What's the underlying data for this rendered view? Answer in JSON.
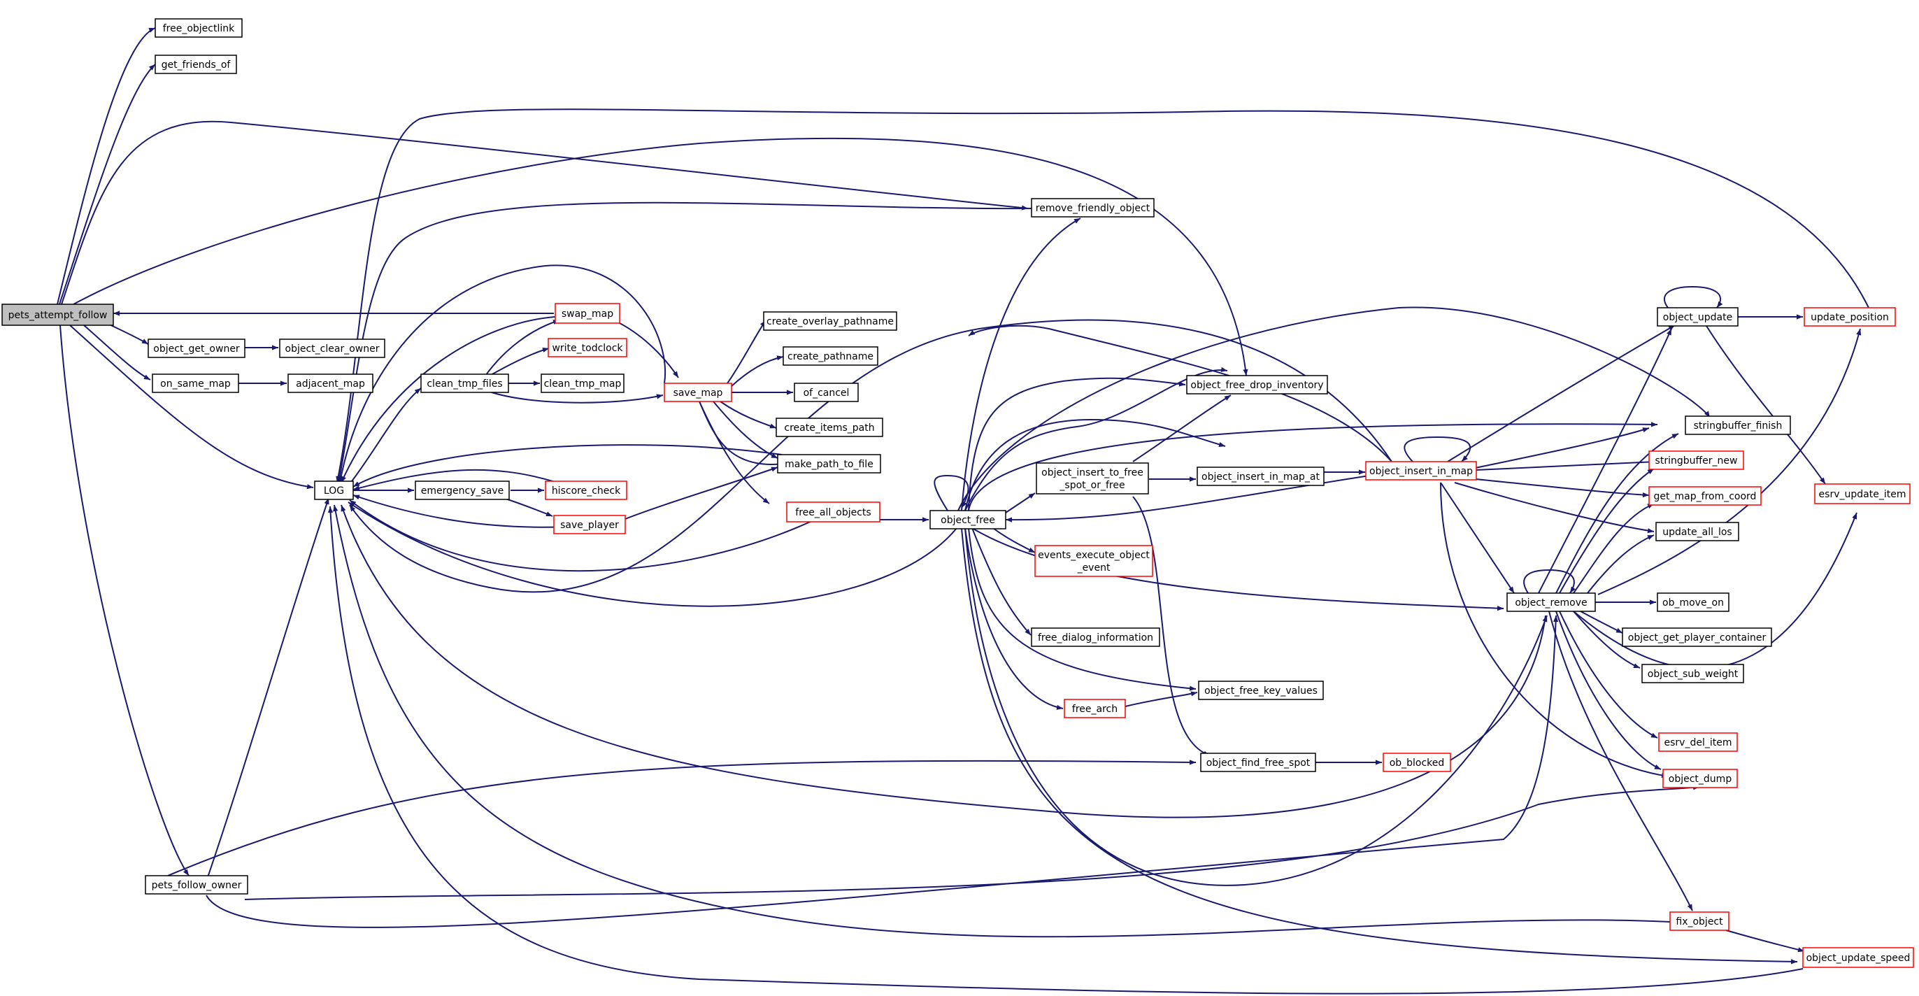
{
  "colors": {
    "edge": "#191970",
    "node_border_default": "#000000",
    "node_border_truncated": "#ff0000",
    "root_fill": "#bfbfbf",
    "node_fill": "#ffffff",
    "text": "#000000"
  },
  "nodes": {
    "pets_attempt_follow": "pets_attempt_follow",
    "free_objectlink": "free_objectlink",
    "get_friends_of": "get_friends_of",
    "object_get_owner": "object_get_owner",
    "object_clear_owner": "object_clear_owner",
    "on_same_map": "on_same_map",
    "adjacent_map": "adjacent_map",
    "LOG": "LOG",
    "pets_follow_owner": "pets_follow_owner",
    "swap_map": "swap_map",
    "write_todclock": "write_todclock",
    "clean_tmp_files": "clean_tmp_files",
    "clean_tmp_map": "clean_tmp_map",
    "emergency_save": "emergency_save",
    "hiscore_check": "hiscore_check",
    "save_player": "save_player",
    "save_map": "save_map",
    "create_overlay_pathname": "create_overlay_pathname",
    "create_pathname": "create_pathname",
    "of_cancel": "of_cancel",
    "create_items_path": "create_items_path",
    "make_path_to_file": "make_path_to_file",
    "free_all_objects": "free_all_objects",
    "object_free": "object_free",
    "remove_friendly_object": "remove_friendly_object",
    "object_free_drop_inventory": "object_free_drop_inventory",
    "object_insert_to_free_spot_or_free_1": "object_insert_to_free",
    "object_insert_to_free_spot_or_free_2": "_spot_or_free",
    "object_insert_in_map_at": "object_insert_in_map_at",
    "events_execute_object_event_1": "events_execute_object",
    "events_execute_object_event_2": "_event",
    "free_dialog_information": "free_dialog_information",
    "free_arch": "free_arch",
    "object_free_key_values": "object_free_key_values",
    "object_find_free_spot": "object_find_free_spot",
    "ob_blocked": "ob_blocked",
    "object_insert_in_map": "object_insert_in_map",
    "object_update": "object_update",
    "update_position": "update_position",
    "stringbuffer_finish": "stringbuffer_finish",
    "stringbuffer_new": "stringbuffer_new",
    "get_map_from_coord": "get_map_from_coord",
    "update_all_los": "update_all_los",
    "object_remove": "object_remove",
    "ob_move_on": "ob_move_on",
    "object_get_player_container": "object_get_player_container",
    "object_sub_weight": "object_sub_weight",
    "esrv_del_item": "esrv_del_item",
    "object_dump": "object_dump",
    "esrv_update_item": "esrv_update_item",
    "fix_object": "fix_object",
    "object_update_speed": "object_update_speed"
  }
}
